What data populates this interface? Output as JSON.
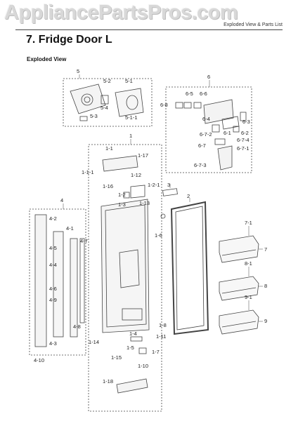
{
  "watermark": "AppliancePartsPros.com",
  "header_text": "Exploded View & Parts List",
  "section_title": "7.  Fridge Door L",
  "subtitle": "Exploded View",
  "labels": [
    "5",
    "5-2",
    "5-1",
    "5-4",
    "5-1-1",
    "5-3",
    "6",
    "6-5",
    "6-6",
    "6-8",
    "6-4",
    "6-7-2",
    "6-7",
    "6-1",
    "6-3",
    "6-2",
    "6-7-4",
    "6-7-1",
    "6-7-3",
    "1",
    "1-1",
    "1-17",
    "1-1-1",
    "1-12",
    "1-16",
    "1-2-1",
    "1-2",
    "1-3",
    "1-13",
    "3",
    "2",
    "1-6",
    "4",
    "4-2",
    "4-1",
    "4-7",
    "4-5",
    "4-4",
    "4-6",
    "4-9",
    "4-8",
    "4-3",
    "4-10",
    "1-14",
    "7-1",
    "7",
    "8-1",
    "8",
    "9-1",
    "9",
    "1-8",
    "1-4",
    "1-11",
    "1-5",
    "1-7",
    "1-15",
    "1-10",
    "1-18"
  ]
}
